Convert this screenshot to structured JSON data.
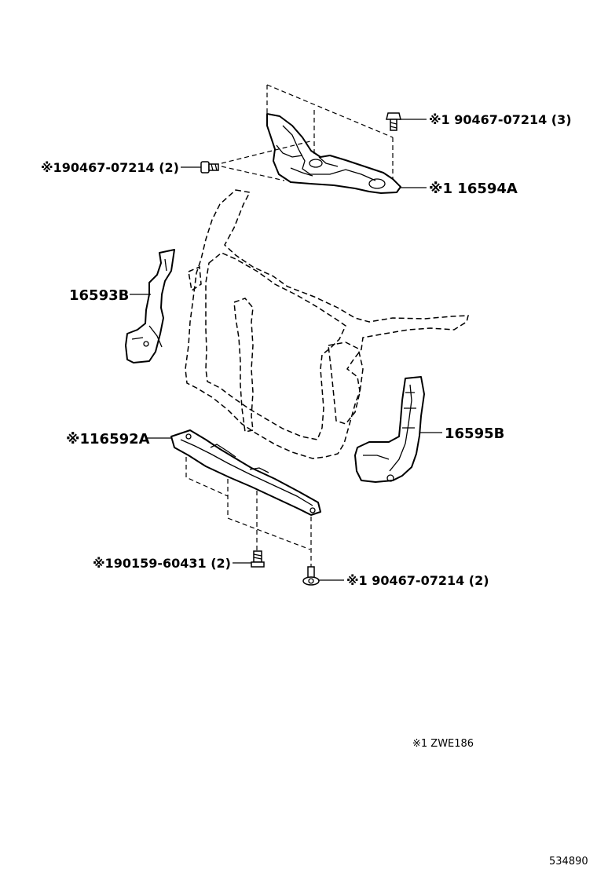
{
  "labels": {
    "bolt_top_right": "※1 90467-07214 (3)",
    "bolt_top_left": "※190467-07214 (2)",
    "part_16594a": "※1 16594A",
    "part_16593b": "16593B",
    "part_16595b": "16595B",
    "part_16592a": "※116592A",
    "bolt_bottom_left": "※190159-60431 (2)",
    "bolt_bottom_right": "※1 90467-07214 (2)"
  },
  "footnote": "※1 ZWE186",
  "catalog_id": "534890"
}
